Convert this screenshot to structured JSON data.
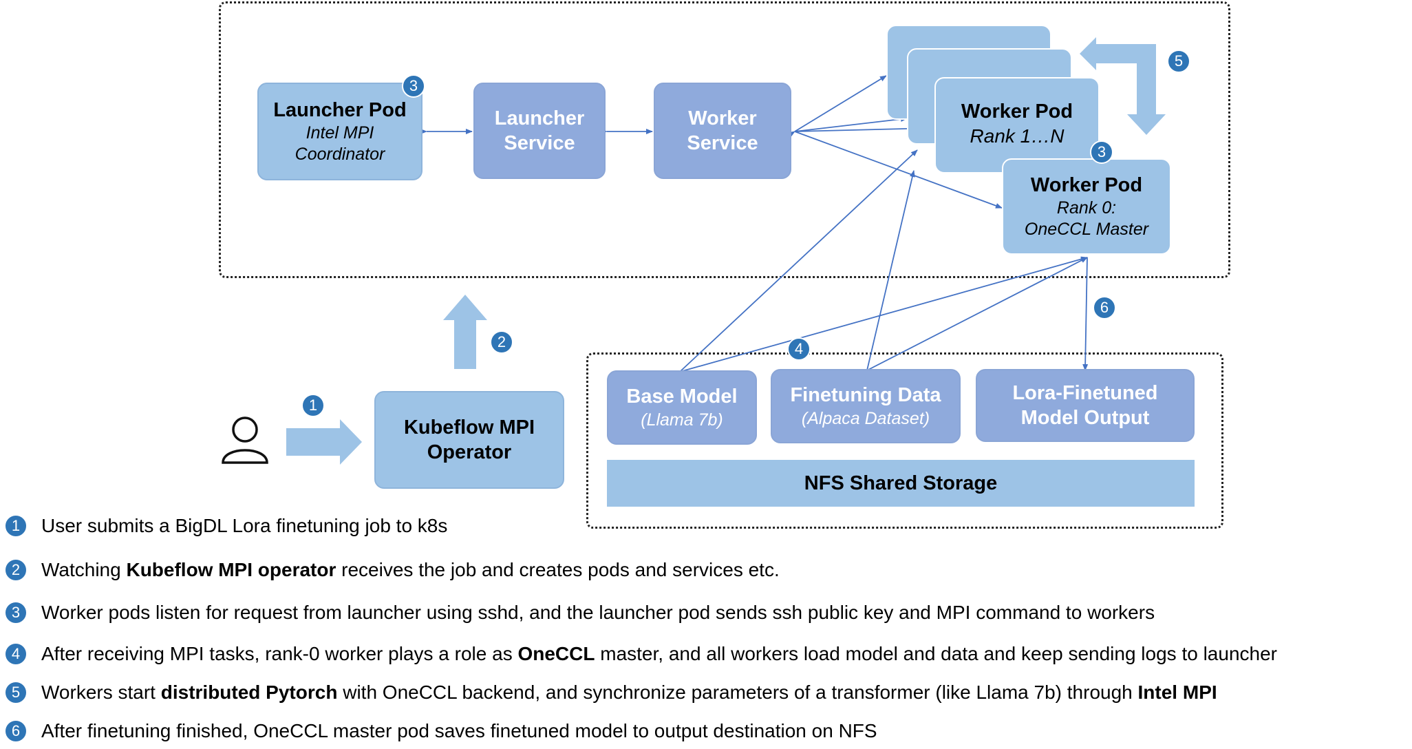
{
  "nodes": {
    "launcher_pod": {
      "title": "Launcher Pod",
      "sub1": "Intel MPI",
      "sub2": "Coordinator"
    },
    "launcher_service": {
      "line1": "Launcher",
      "line2": "Service"
    },
    "worker_service": {
      "line1": "Worker",
      "line2": "Service"
    },
    "worker_pod_n": {
      "title": "Worker Pod",
      "sub": "Rank 1…N"
    },
    "worker_pod_0": {
      "title": "Worker Pod",
      "sub1": "Rank 0:",
      "sub2": "OneCCL Master"
    },
    "operator": {
      "line1": "Kubeflow MPI",
      "line2": "Operator"
    },
    "base_model": {
      "title": "Base Model",
      "sub": "(Llama 7b)"
    },
    "finetune_data": {
      "title": "Finetuning Data",
      "sub": "(Alpaca Dataset)"
    },
    "lora_output": {
      "line1": "Lora-Finetuned",
      "line2": "Model Output"
    },
    "nfs": "NFS Shared Storage"
  },
  "badges": [
    "1",
    "2",
    "3",
    "4",
    "5",
    "6"
  ],
  "colors": {
    "light_box": "#9dc3e6",
    "mid_box": "#8faadc",
    "badge": "#2e75b6",
    "arrow": "#4472c4"
  },
  "icons": {
    "user": "user-icon"
  },
  "legend": [
    {
      "num": "1",
      "text": "User submits a BigDL Lora finetuning job to k8s"
    },
    {
      "num": "2",
      "t1": "Watching ",
      "b1": "Kubeflow MPI operator",
      "t2": " receives the job and creates pods and services etc."
    },
    {
      "num": "3",
      "text": "Worker pods listen for request from launcher using sshd, and the launcher pod sends ssh public key and MPI command to workers"
    },
    {
      "num": "4",
      "t1": "After receiving MPI tasks, rank-0 worker plays a role as ",
      "b1": "OneCCL",
      "t2": " master, and all workers load model and data and keep sending logs to launcher"
    },
    {
      "num": "5",
      "t1": "Workers start ",
      "b1": "distributed Pytorch",
      "t2": " with OneCCL backend, and synchronize parameters of a transformer (like Llama 7b) through ",
      "b2": "Intel MPI"
    },
    {
      "num": "6",
      "text": "After finetuning finished, OneCCL master pod saves finetuned model to output destination on NFS"
    }
  ]
}
